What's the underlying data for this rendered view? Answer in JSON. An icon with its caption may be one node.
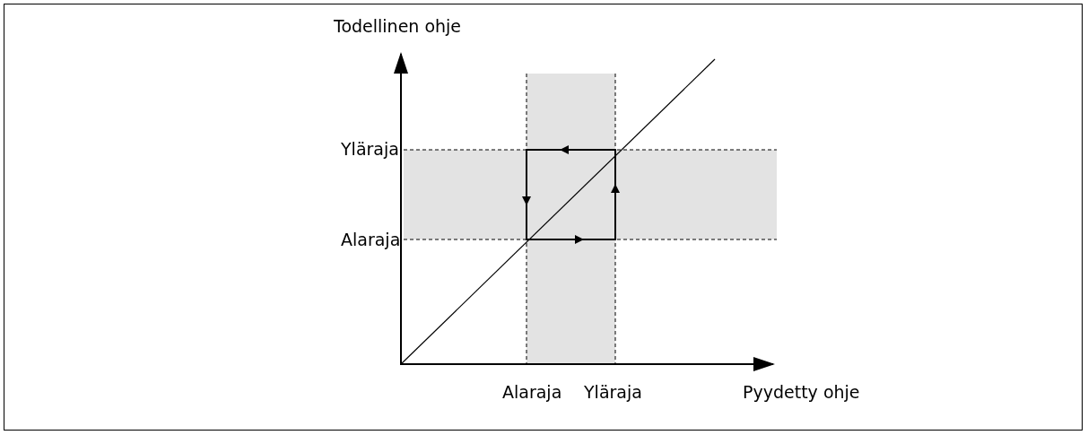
{
  "diagram": {
    "labels": [
      "Todellinen ohje",
      "Yläraja",
      "Alaraja",
      "Alaraja",
      "Yläraja",
      "Pyydetty ohje"
    ]
  }
}
